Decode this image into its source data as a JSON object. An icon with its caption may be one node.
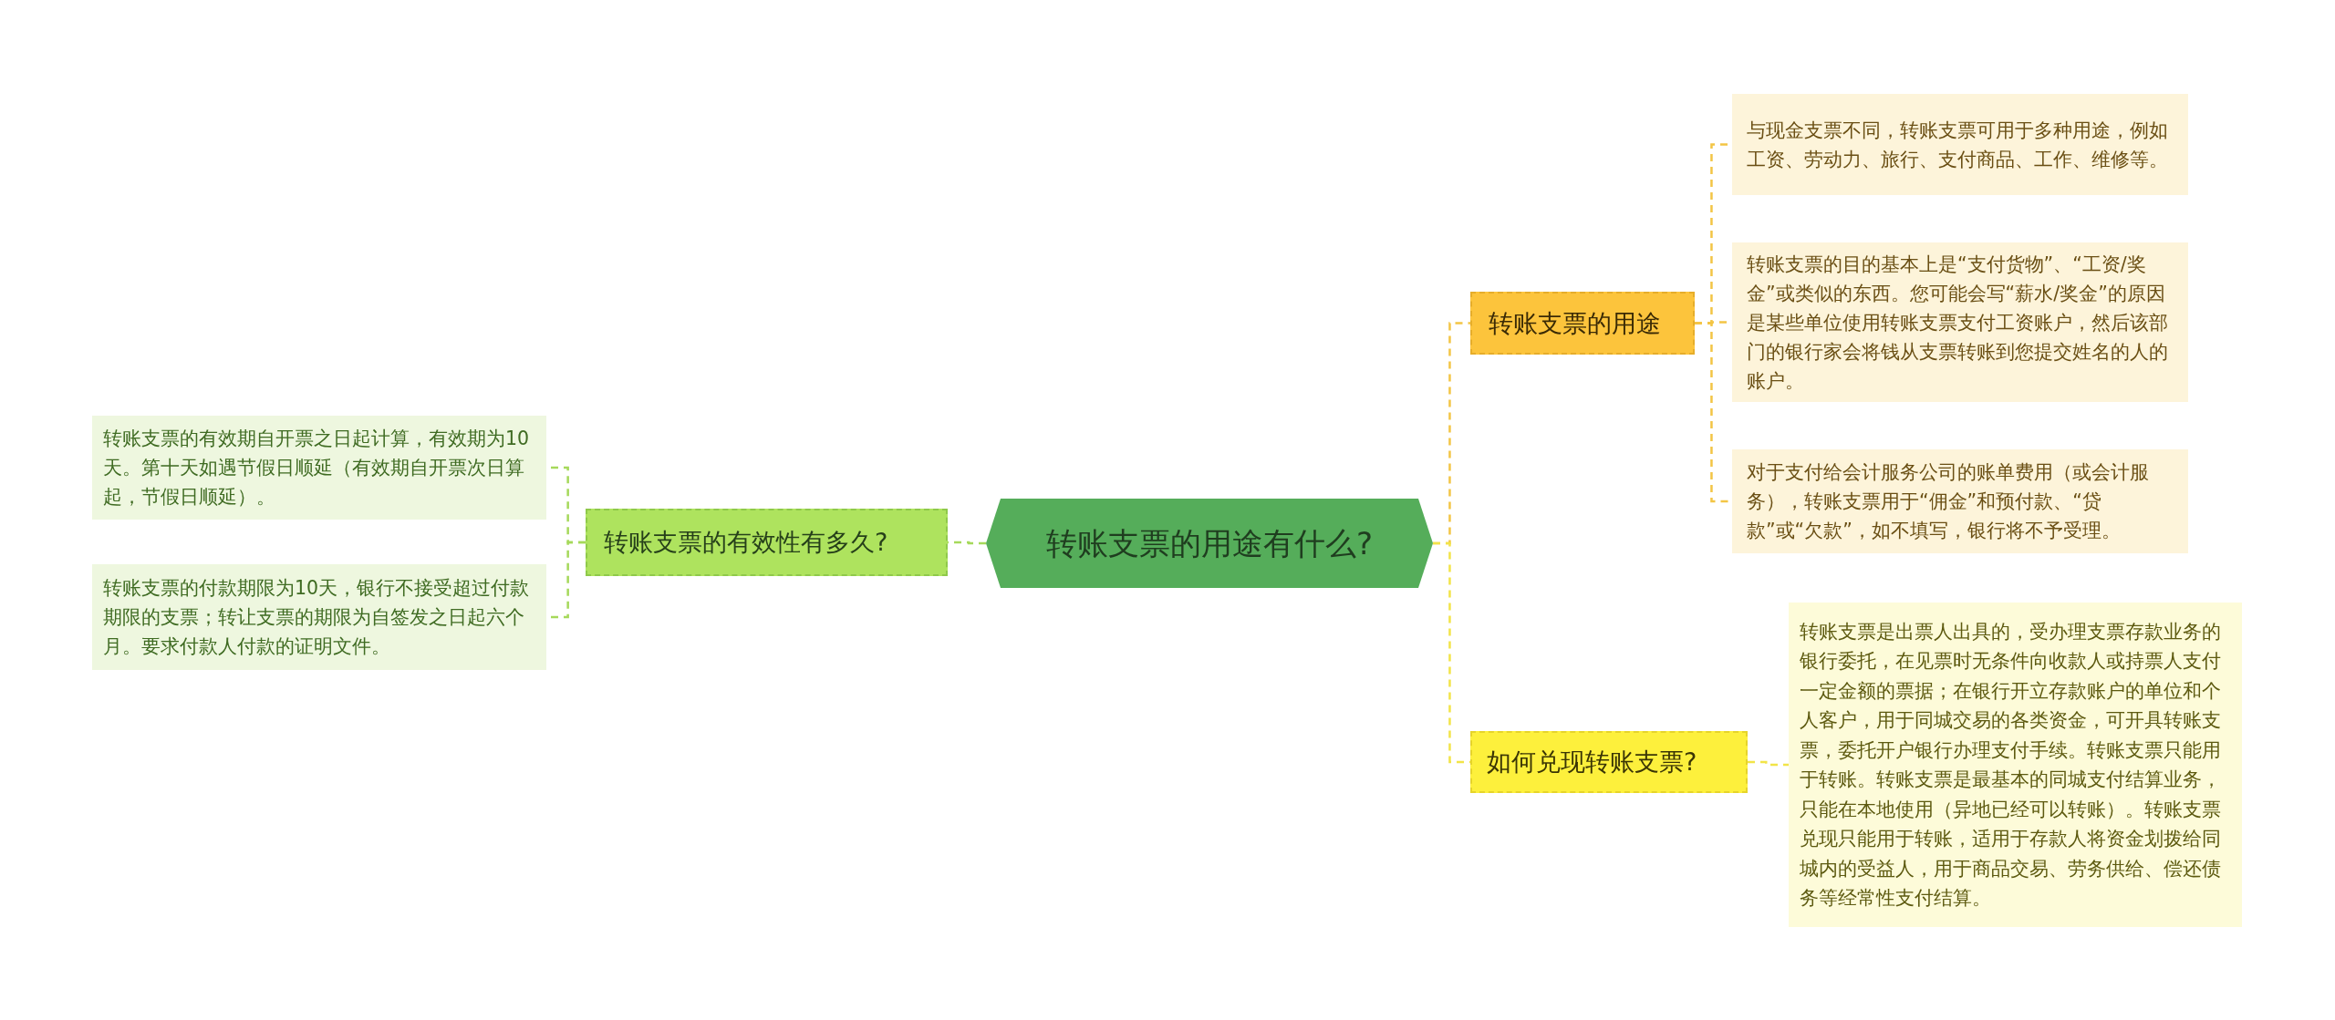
{
  "diagram": {
    "nodes": [
      {
        "text": [
          "转账支票的用途有什么?"
        ]
      },
      {
        "text": [
          "转账支票的有效性有多久?"
        ]
      },
      {
        "text": [
          "转账支票的有效期自开票之日起计算，有效期为10天。第十天如遇节假日顺延（有效期自开票次日算起，节假日顺延）。"
        ]
      },
      {
        "text": [
          "转账支票的付款期限为10天，银行不接受超过付款期限的支票；转让支票的期限为自签发之日起六个月。要求付款人付款的证明文件。"
        ]
      },
      {
        "text": [
          "转账支票的用途"
        ]
      },
      {
        "text": [
          "与现金支票不同，转账支票可用于多种用途，例如工资、劳动力、旅行、支付商品、工作、维修等。"
        ]
      },
      {
        "text": [
          "转账支票的目的基本上是“支付货物”、“工资/奖金”或类似的东西。您可能会写“薪水/奖金”的原因是某些单位使用转账支票支付工资账户，然后该部门的银行家会将钱从支票转账到您提交姓名的人的账户。"
        ]
      },
      {
        "text": [
          "对于支付给会计服务公司的账单费用（或会计服务），转账支票用于“佣金”和预付款、“贷款”或“欠款”，如不填写，银行将不予受理。"
        ]
      },
      {
        "text": [
          "如何兑现转账支票?"
        ]
      },
      {
        "text": [
          "转账支票是出票人出具的，受办理支票存款业务的银行委托，在见票时无条件向收款人或持票人支付一定金额的票据；在银行开立存款账户的单位和个人客户，用于同城交易的各类资金，可开具转账支票，委托开户银行办理支付手续。转账支票只能用于转账。转账支票是最基本的同城支付结算业务，只能在本地使用（异地已经可以转账）。转账支票兑现只能用于转账，适用于存款人将资金划拨给同城内的受益人，用于商品交易、劳务供给、偿还债务等经常性支付结算。"
        ]
      }
    ],
    "edges": [
      {
        "from": 0,
        "to": 1,
        "arrow": "none",
        "style": "dashed",
        "color": "#a6d95b"
      },
      {
        "from": 1,
        "to": 2,
        "arrow": "none",
        "style": "dashed",
        "color": "#a6d95b"
      },
      {
        "from": 1,
        "to": 3,
        "arrow": "none",
        "style": "dashed",
        "color": "#a6d95b"
      },
      {
        "from": 0,
        "to": 4,
        "arrow": "none",
        "style": "dashed",
        "color": "#f3c545"
      },
      {
        "from": 4,
        "to": 5,
        "arrow": "none",
        "style": "dashed",
        "color": "#f3c545"
      },
      {
        "from": 4,
        "to": 6,
        "arrow": "none",
        "style": "dashed",
        "color": "#f3c545"
      },
      {
        "from": 4,
        "to": 7,
        "arrow": "none",
        "style": "dashed",
        "color": "#f3c545"
      },
      {
        "from": 0,
        "to": 8,
        "arrow": "none",
        "style": "dashed",
        "color": "#f2e448"
      },
      {
        "from": 8,
        "to": 9,
        "arrow": "none",
        "style": "dashed",
        "color": "#f2e448"
      }
    ]
  }
}
